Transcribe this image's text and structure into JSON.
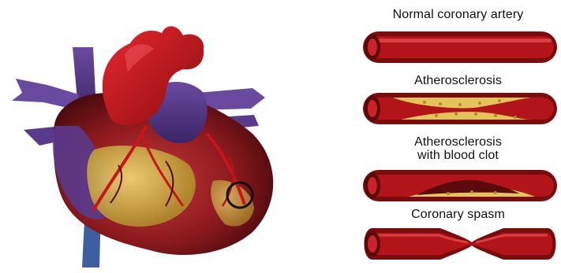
{
  "arteries": [
    {
      "label": "Normal coronary artery",
      "condition": "normal"
    },
    {
      "label": "Atherosclerosis",
      "condition": "plaque"
    },
    {
      "label": "Atherosclerosis\nwith blood clot",
      "condition": "plaque-with-clot"
    },
    {
      "label": "Coronary spasm",
      "condition": "spasm"
    }
  ],
  "colors": {
    "artery_wall": "#7a0c0c",
    "artery_lumen": "#b3141a",
    "artery_highlight": "#e5484d",
    "plaque": "#e3c45a",
    "clot": "#5a0a0a",
    "aorta": "#c8141c",
    "vein": "#5a3a8c",
    "heart_muscle": "#8e1a1e",
    "fat": "#d6b84a"
  }
}
